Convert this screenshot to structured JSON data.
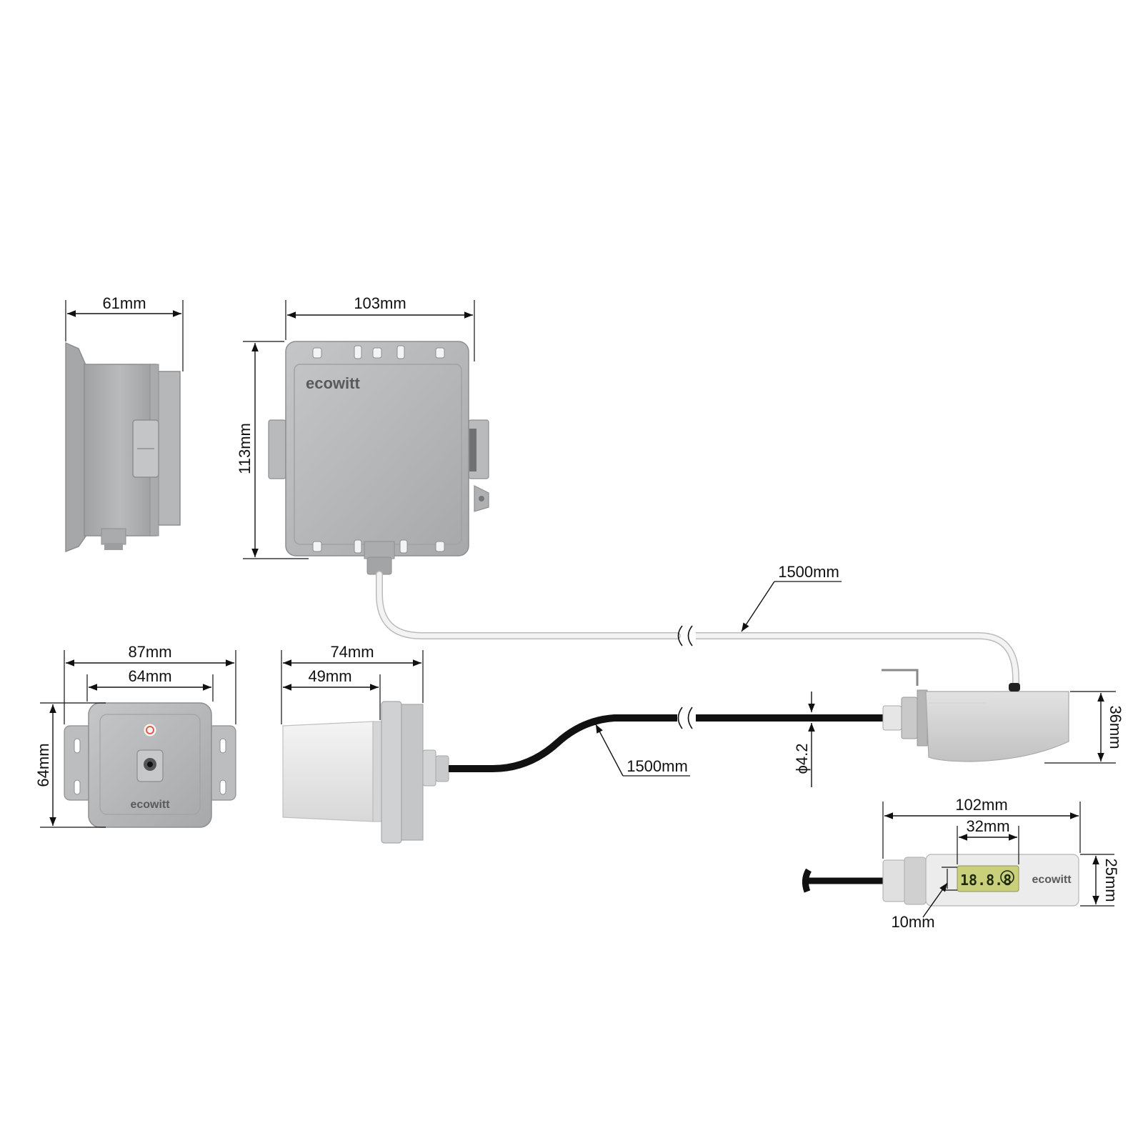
{
  "brand": {
    "name": "ecowitt"
  },
  "dimensions": {
    "side_view_width": "61mm",
    "front_view_width": "103mm",
    "front_view_height": "113mm",
    "cable_upper_length": "1500mm",
    "base_width_outer": "87mm",
    "base_width_inner": "64mm",
    "base_height": "64mm",
    "probe_width_outer": "74mm",
    "probe_width_inner": "49mm",
    "cable_lower_length": "1500mm",
    "cable_diameter": "ϕ4.2",
    "sensor_height": "36mm",
    "display_length": "102mm",
    "display_window": "32mm",
    "display_height": "25mm",
    "display_offset": "10mm"
  },
  "display": {
    "readout": "18.8.8"
  },
  "colors": {
    "housing": "#b4b6b8",
    "housing_dark": "#9a9c9e",
    "housing_light": "#cfd1d3",
    "cable_white": "#f2f2f2",
    "cable_black": "#111111",
    "lcd": "#c9cf7a",
    "indicator": "#e25a4a",
    "dimension_line": "#111111"
  },
  "icons": [
    "arrowhead-icon",
    "cable-break-icon",
    "indicator-led-icon"
  ]
}
